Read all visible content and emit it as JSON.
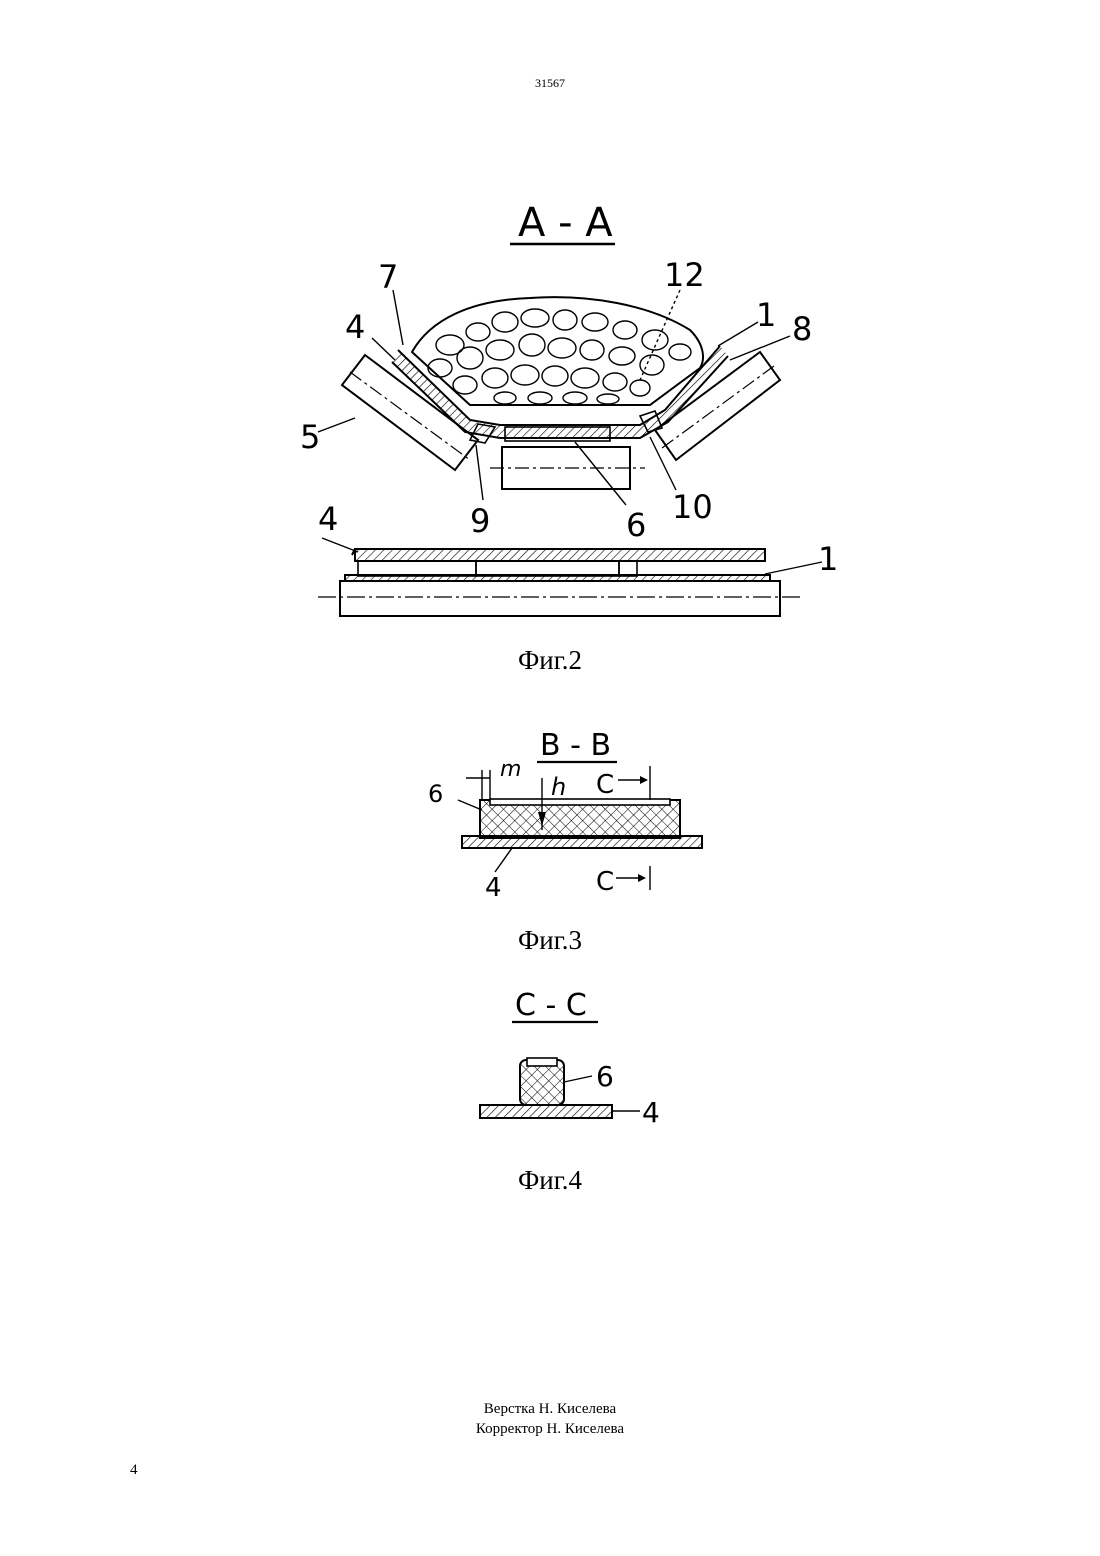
{
  "header": {
    "doc_number": "31567"
  },
  "fig2": {
    "section_label": "А - А",
    "caption": "Фиг.2",
    "labels": {
      "l4a": "4",
      "l7": "7",
      "l12": "12",
      "l1a": "1",
      "l8": "8",
      "l5": "5",
      "l9": "9",
      "l6": "6",
      "l10": "10",
      "l4b": "4",
      "l1b": "1"
    }
  },
  "fig3": {
    "section_label": "В - В",
    "caption": "Фиг.3",
    "labels": {
      "l6": "6",
      "m": "m",
      "h": "h",
      "c_top": "С",
      "c_bottom": "С",
      "l4": "4"
    }
  },
  "fig4": {
    "section_label": "С - С",
    "caption": "Фиг.4",
    "labels": {
      "l6": "6",
      "l4": "4"
    }
  },
  "footer": {
    "layout": "Верстка Н. Киселева",
    "corrector": "Корректор Н. Киселева",
    "page_number": "4"
  }
}
